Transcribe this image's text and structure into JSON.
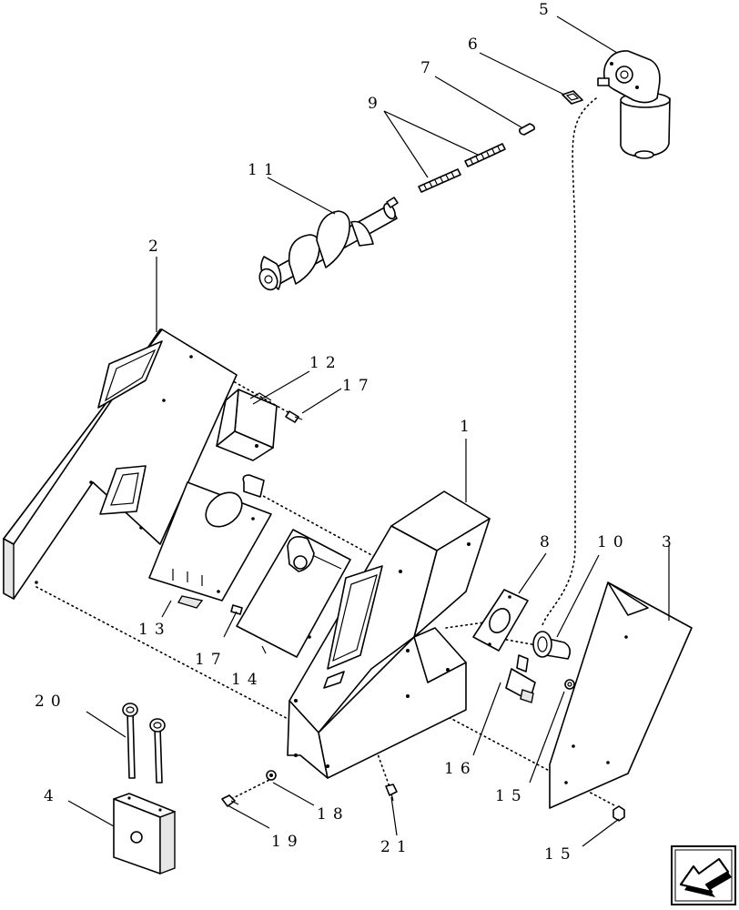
{
  "callouts": {
    "c1": "1",
    "c2": "2",
    "c3": "3",
    "c4": "4",
    "c5": "5",
    "c6": "6",
    "c7": "7",
    "c8": "8",
    "c9": "9",
    "c10": "10",
    "c11": "11",
    "c12": "12",
    "c13": "13",
    "c14": "14",
    "c15a": "15",
    "c15b": "15",
    "c16": "16",
    "c17a": "17",
    "c17b": "17",
    "c18": "18",
    "c19": "19",
    "c20": "20",
    "c21": "21"
  },
  "nav_icon": "return-arrow-icon"
}
